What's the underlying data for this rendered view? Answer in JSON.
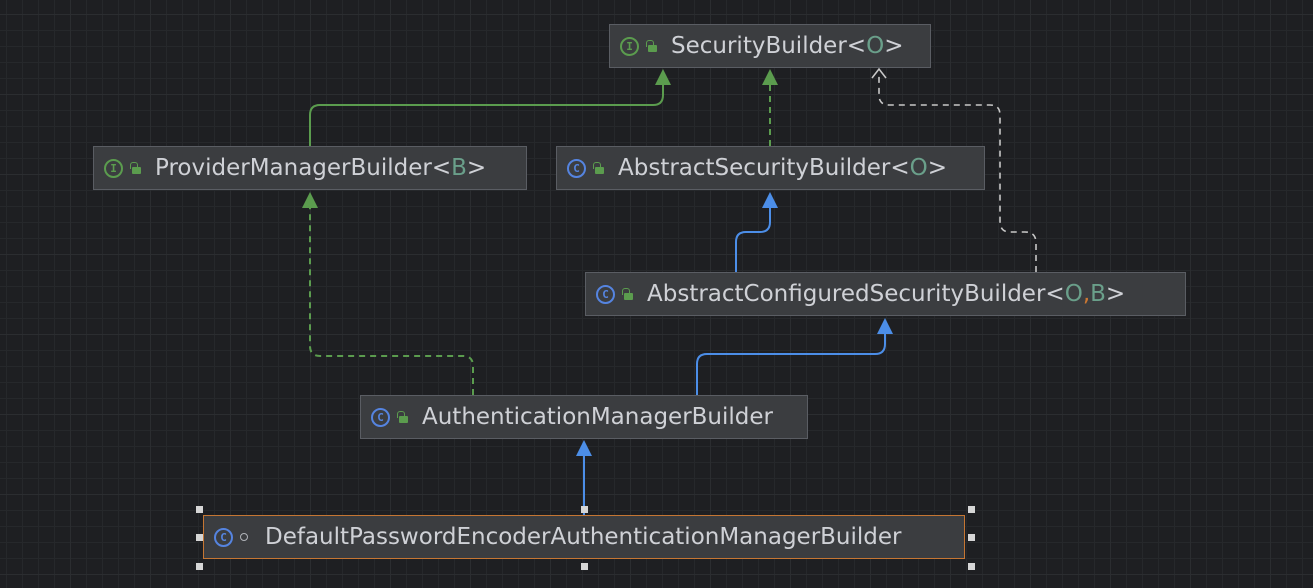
{
  "diagram": {
    "nodes": [
      {
        "id": "security-builder",
        "kind": "interface",
        "visibility": "public",
        "name": "SecurityBuilder",
        "params": [
          "O"
        ]
      },
      {
        "id": "provider-manager-builder",
        "kind": "interface",
        "visibility": "public",
        "name": "ProviderManagerBuilder",
        "params": [
          "B"
        ]
      },
      {
        "id": "abstract-security-builder",
        "kind": "class",
        "visibility": "public",
        "name": "AbstractSecurityBuilder",
        "params": [
          "O"
        ]
      },
      {
        "id": "abstract-configured-security-builder",
        "kind": "class",
        "visibility": "public",
        "name": "AbstractConfiguredSecurityBuilder",
        "params": [
          "O",
          "B"
        ]
      },
      {
        "id": "authentication-manager-builder",
        "kind": "class",
        "visibility": "public",
        "name": "AuthenticationManagerBuilder",
        "params": []
      },
      {
        "id": "default-password-encoder-amb",
        "kind": "class",
        "visibility": "package",
        "name": "DefaultPasswordEncoderAuthenticationManagerBuilder",
        "params": [],
        "selected": true
      }
    ],
    "edges": [
      {
        "from": "provider-manager-builder",
        "to": "security-builder",
        "type": "interface-extends",
        "color": "#5b9c4e"
      },
      {
        "from": "abstract-security-builder",
        "to": "security-builder",
        "type": "implements",
        "color": "#5b9c4e"
      },
      {
        "from": "abstract-configured-security-builder",
        "to": "security-builder",
        "type": "implements-inherited",
        "color": "#c8c8c8"
      },
      {
        "from": "abstract-configured-security-builder",
        "to": "abstract-security-builder",
        "type": "extends",
        "color": "#4c8ee8"
      },
      {
        "from": "authentication-manager-builder",
        "to": "provider-manager-builder",
        "type": "implements",
        "color": "#5b9c4e"
      },
      {
        "from": "authentication-manager-builder",
        "to": "abstract-configured-security-builder",
        "type": "extends",
        "color": "#4c8ee8"
      },
      {
        "from": "default-password-encoder-amb",
        "to": "authentication-manager-builder",
        "type": "extends",
        "color": "#4c8ee8"
      }
    ],
    "icons": {
      "interface": {
        "glyph": "I",
        "name": "interface-icon"
      },
      "class": {
        "glyph": "C",
        "name": "class-icon"
      }
    },
    "colors": {
      "background": "#1e1f22",
      "node_fill": "#3b3d40",
      "selection": "#c57633",
      "type_param": "#6a9f8a"
    }
  }
}
